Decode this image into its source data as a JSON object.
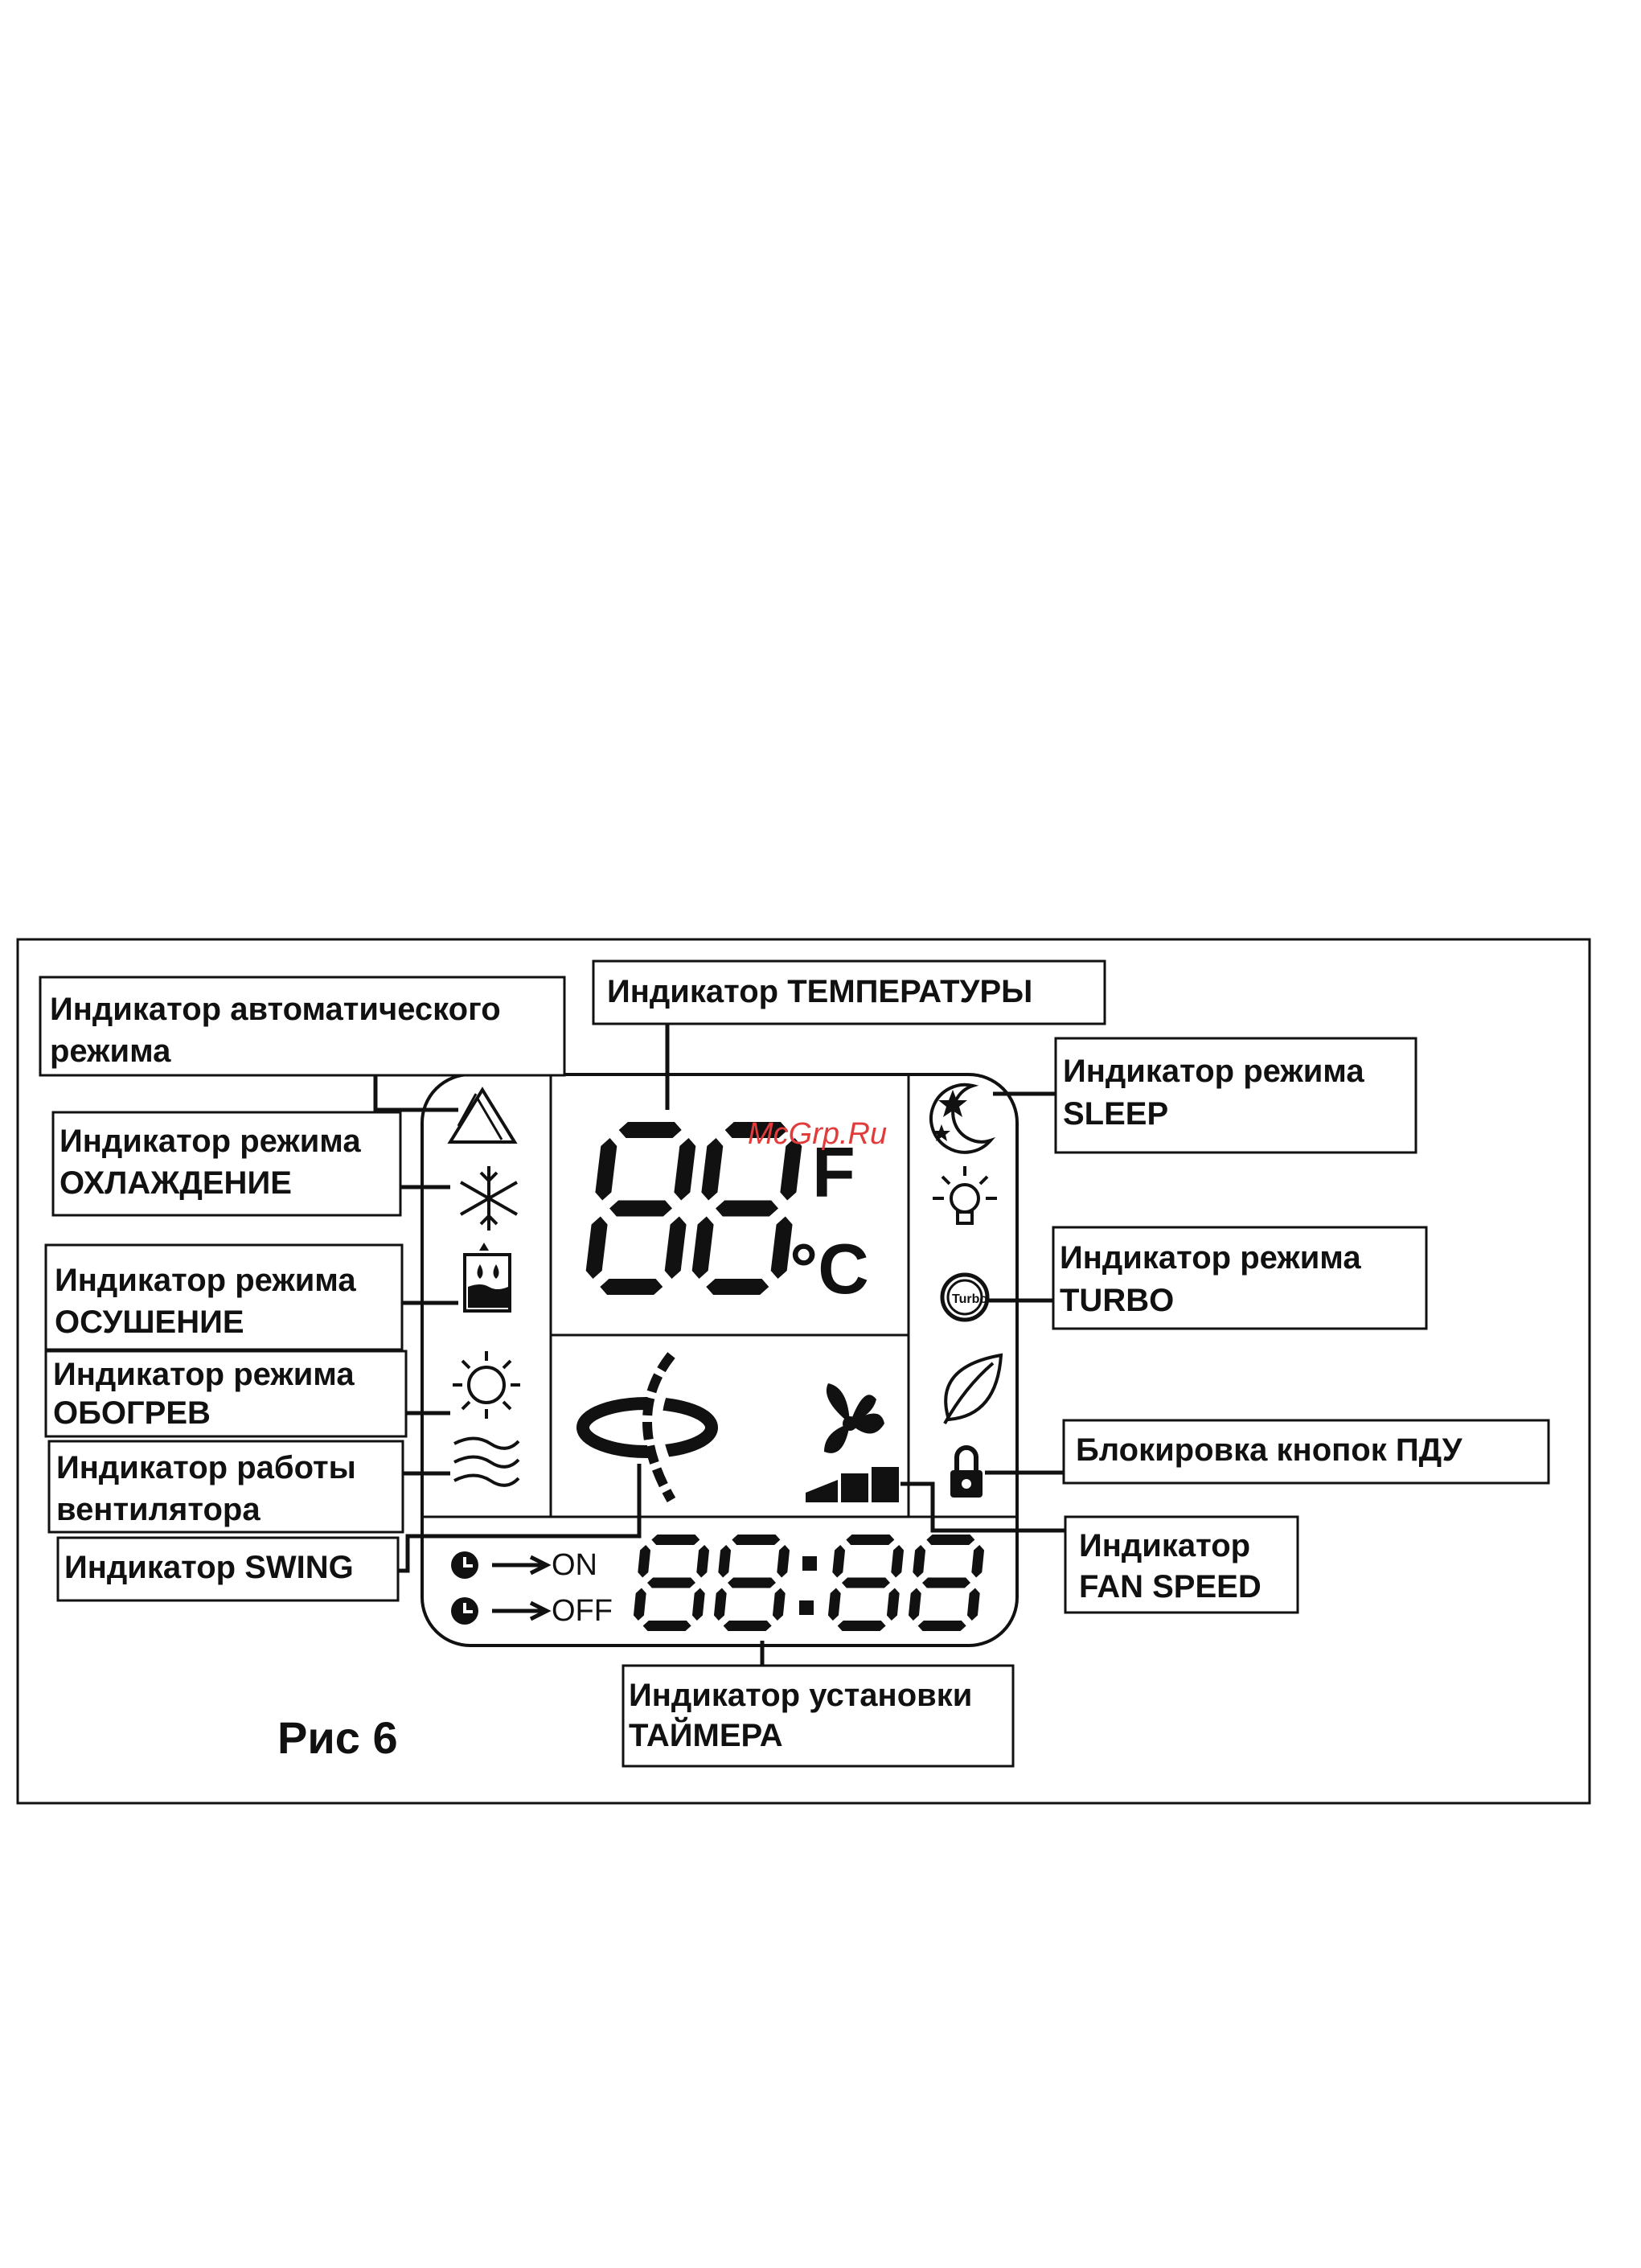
{
  "watermark": "McGrp.Ru",
  "caption": "Рис 6",
  "labels": {
    "auto": [
      "Индикатор автоматического",
      "режима"
    ],
    "temperature": [
      "Индикатор ТЕМПЕРАТУРЫ"
    ],
    "cool": [
      "Индикатор режима",
      "ОХЛАЖДЕНИЕ"
    ],
    "sleep": [
      "Индикатор режима",
      "SLEEP"
    ],
    "dry": [
      "Индикатор режима",
      "ОСУШЕНИЕ"
    ],
    "turbo": [
      "Индикатор режима",
      "TURBO"
    ],
    "heat": [
      "Индикатор режима",
      "ОБОГРЕВ"
    ],
    "fan": [
      "Индикатор работы",
      "вентилятора"
    ],
    "lock": [
      "Блокировка кнопок ПДУ"
    ],
    "swing": [
      "Индикатор SWING"
    ],
    "fan_speed": [
      "Индикатор",
      "FAN SPEED"
    ],
    "timer": [
      "Индикатор установки",
      "ТАЙМЕРА"
    ]
  },
  "display": {
    "temp_digits": "88",
    "unit_f": "F",
    "unit_c": "°C",
    "timer_on": "ON",
    "timer_off": "OFF",
    "clock_digits": "88:88"
  },
  "icons": [
    "auto-mode-icon",
    "snowflake-icon",
    "dry-icon",
    "sun-icon",
    "fan-wind-icon",
    "sleep-moon-icon",
    "bulb-icon",
    "turbo-icon",
    "leaf-icon",
    "lock-icon",
    "swing-icon",
    "fan-icon",
    "fan-speed-bars-icon",
    "timer-clock-icon"
  ],
  "colors": {
    "watermark": "#e23b3b",
    "ink": "#111111"
  }
}
